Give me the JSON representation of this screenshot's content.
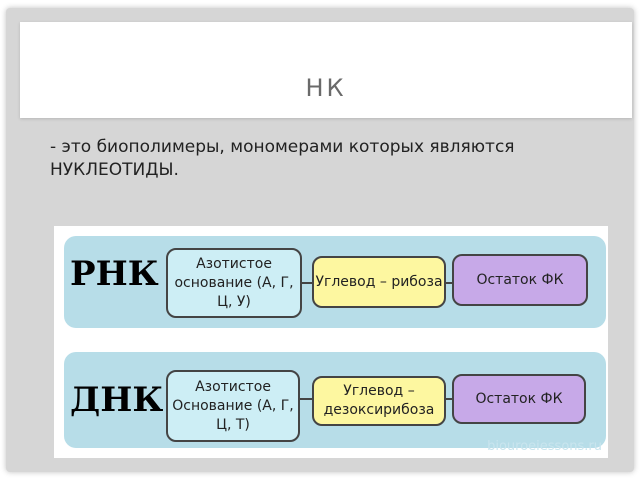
{
  "title": "НК",
  "subtitle": "- это биополимеры, мономерами которых являются НУКЛЕОТИДЫ.",
  "diagram": {
    "rows": [
      {
        "label": "РНК",
        "boxes": [
          "Азотистое основание (А, Г, Ц, У)",
          "Углевод – рибоза",
          "Остаток ФК"
        ]
      },
      {
        "label": "ДНК",
        "boxes": [
          "Азотистое Основание (А, Г, Ц, Т)",
          "Углевод – дезоксирибоза",
          "Остаток ФК"
        ]
      }
    ],
    "watermark": "biouroeiessons.ru"
  },
  "colors": {
    "slide_bg": "#d6d6d6",
    "row_bg": "#b7dde8",
    "box_blue": "#cdeef5",
    "box_yellow": "#fdf7a0",
    "box_purple": "#c7a9e8"
  }
}
